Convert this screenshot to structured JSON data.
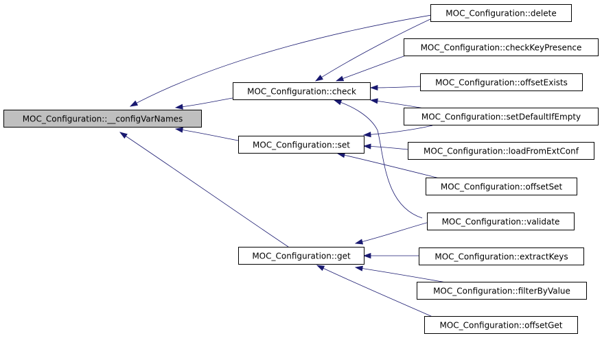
{
  "graph": {
    "nodes": [
      {
        "id": "root",
        "label": "MOC_Configuration::__configVarNames",
        "root": true
      },
      {
        "id": "check",
        "label": "MOC_Configuration::check"
      },
      {
        "id": "set",
        "label": "MOC_Configuration::set"
      },
      {
        "id": "get",
        "label": "MOC_Configuration::get"
      },
      {
        "id": "delete",
        "label": "MOC_Configuration::delete"
      },
      {
        "id": "checkKeyPresence",
        "label": "MOC_Configuration::checkKeyPresence"
      },
      {
        "id": "offsetExists",
        "label": "MOC_Configuration::offsetExists"
      },
      {
        "id": "setDefaultIfEmpty",
        "label": "MOC_Configuration::setDefaultIfEmpty"
      },
      {
        "id": "loadFromExtConf",
        "label": "MOC_Configuration::loadFromExtConf"
      },
      {
        "id": "offsetSet",
        "label": "MOC_Configuration::offsetSet"
      },
      {
        "id": "validate",
        "label": "MOC_Configuration::validate"
      },
      {
        "id": "extractKeys",
        "label": "MOC_Configuration::extractKeys"
      },
      {
        "id": "filterByValue",
        "label": "MOC_Configuration::filterByValue"
      },
      {
        "id": "offsetGet",
        "label": "MOC_Configuration::offsetGet"
      }
    ],
    "edges": [
      {
        "from": "delete",
        "to": "root"
      },
      {
        "from": "check",
        "to": "root"
      },
      {
        "from": "set",
        "to": "root"
      },
      {
        "from": "get",
        "to": "root"
      },
      {
        "from": "delete",
        "to": "check"
      },
      {
        "from": "checkKeyPresence",
        "to": "check"
      },
      {
        "from": "offsetExists",
        "to": "check"
      },
      {
        "from": "setDefaultIfEmpty",
        "to": "check"
      },
      {
        "from": "validate",
        "to": "check"
      },
      {
        "from": "setDefaultIfEmpty",
        "to": "set"
      },
      {
        "from": "loadFromExtConf",
        "to": "set"
      },
      {
        "from": "offsetSet",
        "to": "set"
      },
      {
        "from": "validate",
        "to": "get"
      },
      {
        "from": "extractKeys",
        "to": "get"
      },
      {
        "from": "filterByValue",
        "to": "get"
      },
      {
        "from": "offsetGet",
        "to": "get"
      }
    ]
  }
}
